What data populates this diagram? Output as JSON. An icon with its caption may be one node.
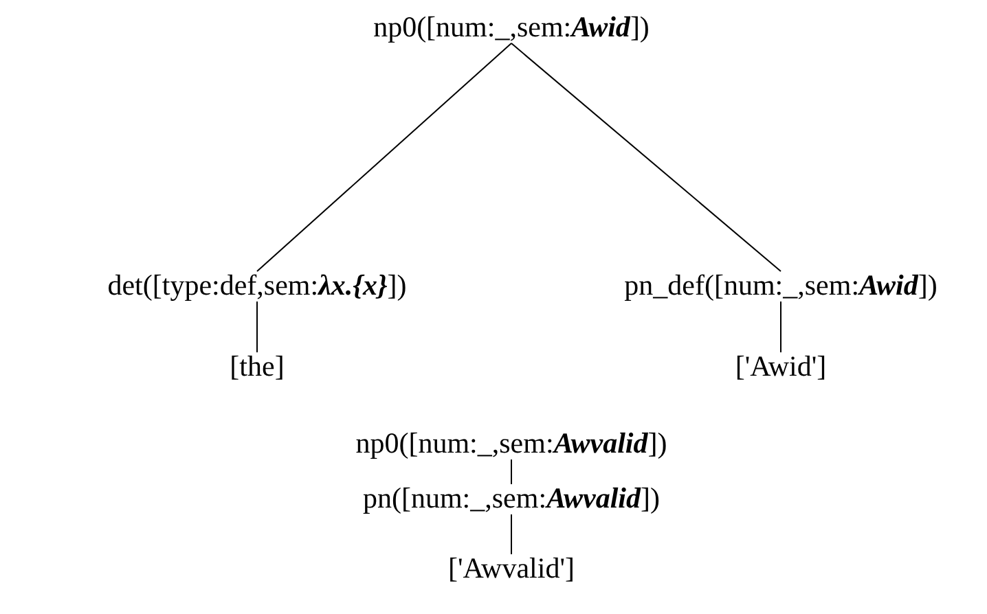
{
  "diagram": {
    "nodes": [
      {
        "text": [
          "np0([num:_,sem:**Awid**])"
        ]
      },
      {
        "text": [
          "det([type:def,sem:**λx.{x}**])"
        ]
      },
      {
        "text": [
          "pn_def([num:_,sem:**Awid**])"
        ]
      },
      {
        "text": [
          "[the]"
        ]
      },
      {
        "text": [
          "['Awid']"
        ]
      },
      {
        "text": [
          "np0([num:_,sem:**Awvalid**])"
        ]
      },
      {
        "text": [
          "pn([num:_,sem:**Awvalid**])"
        ]
      },
      {
        "text": [
          "['Awvalid']"
        ]
      }
    ],
    "edges": [
      {
        "from": 0,
        "to": 1,
        "arrow": "none"
      },
      {
        "from": 0,
        "to": 2,
        "arrow": "none"
      },
      {
        "from": 1,
        "to": 3,
        "arrow": "none"
      },
      {
        "from": 2,
        "to": 4,
        "arrow": "none"
      },
      {
        "from": 5,
        "to": 6,
        "arrow": "none"
      },
      {
        "from": 6,
        "to": 7,
        "arrow": "none"
      }
    ]
  }
}
